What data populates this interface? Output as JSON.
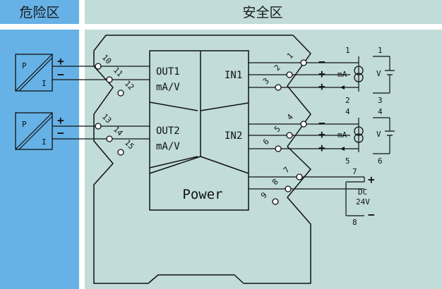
{
  "header": {
    "hazardous_area": "危险区",
    "safe_area": "安全区"
  },
  "colors": {
    "hazard_fill": "#66b2e6",
    "safe_fill": "#c1dcd9",
    "line": "#111111"
  },
  "transmitters": [
    {
      "p": "P",
      "i": "I",
      "plus": "+",
      "minus": "−"
    },
    {
      "p": "P",
      "i": "I",
      "plus": "+",
      "minus": "−"
    }
  ],
  "module": {
    "out1_name": "OUT1",
    "out1_unit": "mA/V",
    "out2_name": "OUT2",
    "out2_unit": "mA/V",
    "in1": "IN1",
    "in2": "IN2",
    "power": "Power"
  },
  "terminals": {
    "t1": "1",
    "t2": "2",
    "t3": "3",
    "t4": "4",
    "t5": "5",
    "t6": "6",
    "t7": "7",
    "t8": "8",
    "t9": "9",
    "t10": "10",
    "t11": "11",
    "t12": "12",
    "t13": "13",
    "t14": "14",
    "t15": "15"
  },
  "inputs": [
    {
      "sign_top": "−",
      "sign_mid": "+",
      "sign_bot": "+",
      "ma_label": "mA",
      "v_label": "V",
      "ma_top": "1",
      "ma_bottom": "2",
      "v_top": "1",
      "v_bottom": "3"
    },
    {
      "sign_top": "−",
      "sign_mid": "+",
      "sign_bot": "+",
      "ma_label": "mA",
      "v_label": "V",
      "ma_top": "4",
      "ma_bottom": "5",
      "v_top": "4",
      "v_bottom": "6"
    }
  ],
  "power_supply": {
    "top_terminal": "7",
    "bottom_terminal": "8",
    "plus": "+",
    "minus": "−",
    "label_dc": "DC",
    "label_voltage": "24V"
  }
}
